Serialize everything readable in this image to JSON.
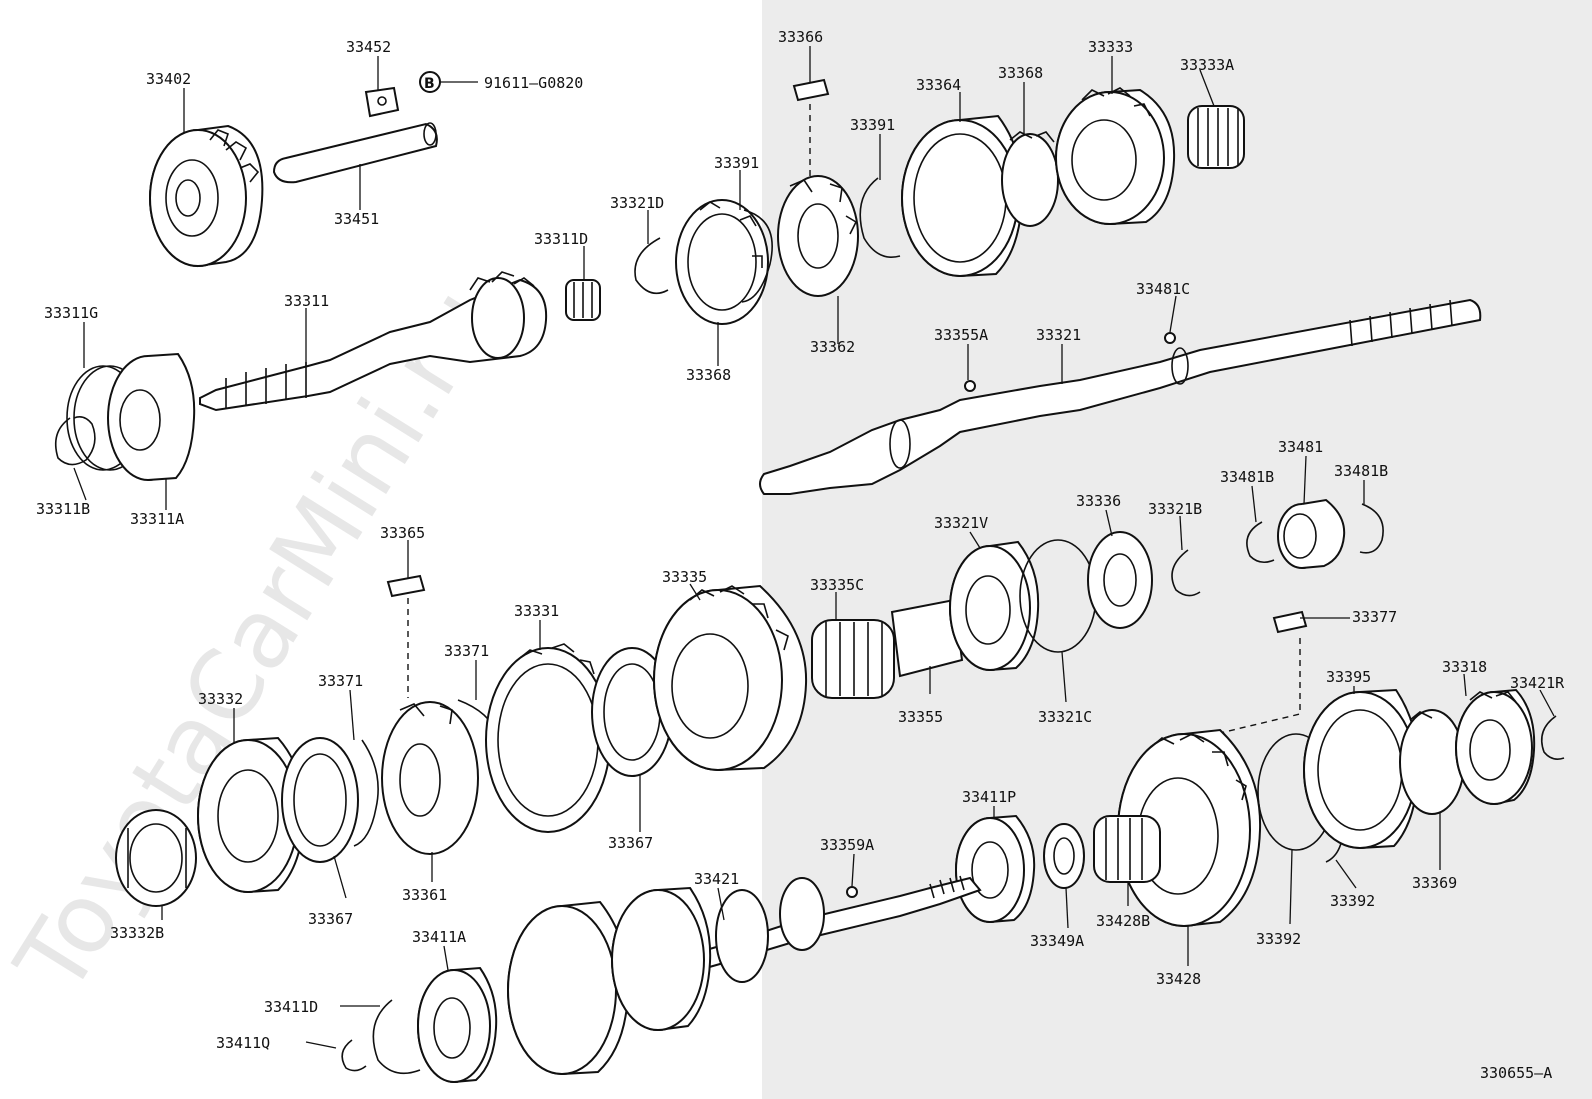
{
  "diagram_code": "330655–A",
  "watermark": "ToyotaCarMini.ru",
  "callout_letter": "B",
  "labels": {
    "l33402": "33402",
    "l33452": "33452",
    "l91611": "91611–G0820",
    "l33451": "33451",
    "l33366": "33366",
    "l33333": "33333",
    "l33333A": "33333A",
    "l33364": "33364",
    "l33368a": "33368",
    "l33391a": "33391",
    "l33391b": "33391",
    "l33321D": "33321D",
    "l33311D": "33311D",
    "l33311G": "33311G",
    "l33311": "33311",
    "l33311B": "33311B",
    "l33311A": "33311A",
    "l33368b": "33368",
    "l33362": "33362",
    "l33481C": "33481C",
    "l33355A": "33355A",
    "l33321": "33321",
    "l33481": "33481",
    "l33481Ba": "33481B",
    "l33481Bb": "33481B",
    "l33336": "33336",
    "l33321B": "33321B",
    "l33321V": "33321V",
    "l33365": "33365",
    "l33335": "33335",
    "l33335C": "33335C",
    "l33331": "33331",
    "l33371a": "33371",
    "l33371b": "33371",
    "l33332": "33332",
    "l33377": "33377",
    "l33395": "33395",
    "l33318": "33318",
    "l33421R": "33421R",
    "l33355": "33355",
    "l33321C": "33321C",
    "l33367a": "33367",
    "l33367b": "33367",
    "l33361": "33361",
    "l33332B": "33332B",
    "l33359A": "33359A",
    "l33411P": "33411P",
    "l33421": "33421",
    "l33392a": "33392",
    "l33392b": "33392",
    "l33369": "33369",
    "l33428B": "33428B",
    "l33349A": "33349A",
    "l33428": "33428",
    "l33411A": "33411A",
    "l33411D": "33411D",
    "l33411Q": "33411Q"
  }
}
